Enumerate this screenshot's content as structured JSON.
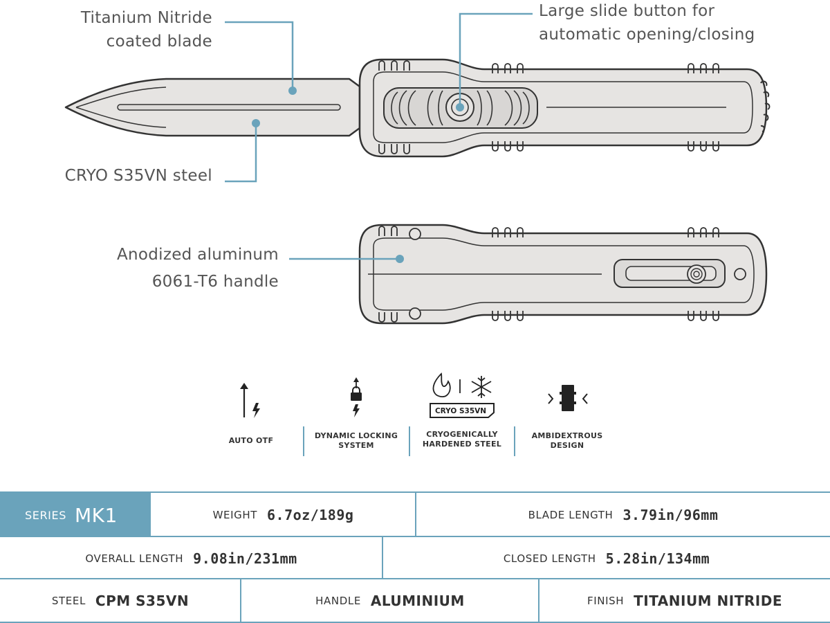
{
  "colors": {
    "accent": "#6aa3bb",
    "outline": "#333333",
    "body_fill": "#e6e4e2",
    "text": "#333333"
  },
  "callouts": {
    "blade_coating": [
      "Titanium Nitride",
      "coated blade"
    ],
    "slide_button": [
      "Large slide button for",
      "automatic opening/closing"
    ],
    "steel": [
      "CRYO S35VN steel"
    ],
    "handle": [
      "Anodized aluminum",
      "6061-T6 handle"
    ]
  },
  "features": {
    "auto_otf": {
      "icon": "arrow-lightning-icon",
      "label": [
        "AUTO OTF"
      ]
    },
    "locking": {
      "icon": "lock-lightning-icon",
      "label": [
        "DYNAMIC LOCKING",
        "SYSTEM"
      ]
    },
    "cryo": {
      "icon": "flame-snowflake-icon",
      "badge": "CRYO S35VN",
      "label": [
        "CRYOGENICALLY",
        "HARDENED STEEL"
      ]
    },
    "ambi": {
      "icon": "ambidextrous-icon",
      "label": [
        "AMBIDEXTROUS",
        "DESIGN"
      ]
    }
  },
  "specs": {
    "series": {
      "label": "SERIES",
      "value": "MK1"
    },
    "weight": {
      "label": "WEIGHT",
      "value": "6.7oz/189g"
    },
    "blade_length": {
      "label": "BLADE LENGTH",
      "value": "3.79in/96mm"
    },
    "overall_length": {
      "label": "OVERALL LENGTH",
      "value": "9.08in/231mm"
    },
    "closed_length": {
      "label": "CLOSED LENGTH",
      "value": "5.28in/134mm"
    },
    "steel": {
      "label": "STEEL",
      "value": "CPM S35VN"
    },
    "handle": {
      "label": "HANDLE",
      "value": "ALUMINIUM"
    },
    "finish": {
      "label": "FINISH",
      "value": "TITANIUM NITRIDE"
    }
  }
}
